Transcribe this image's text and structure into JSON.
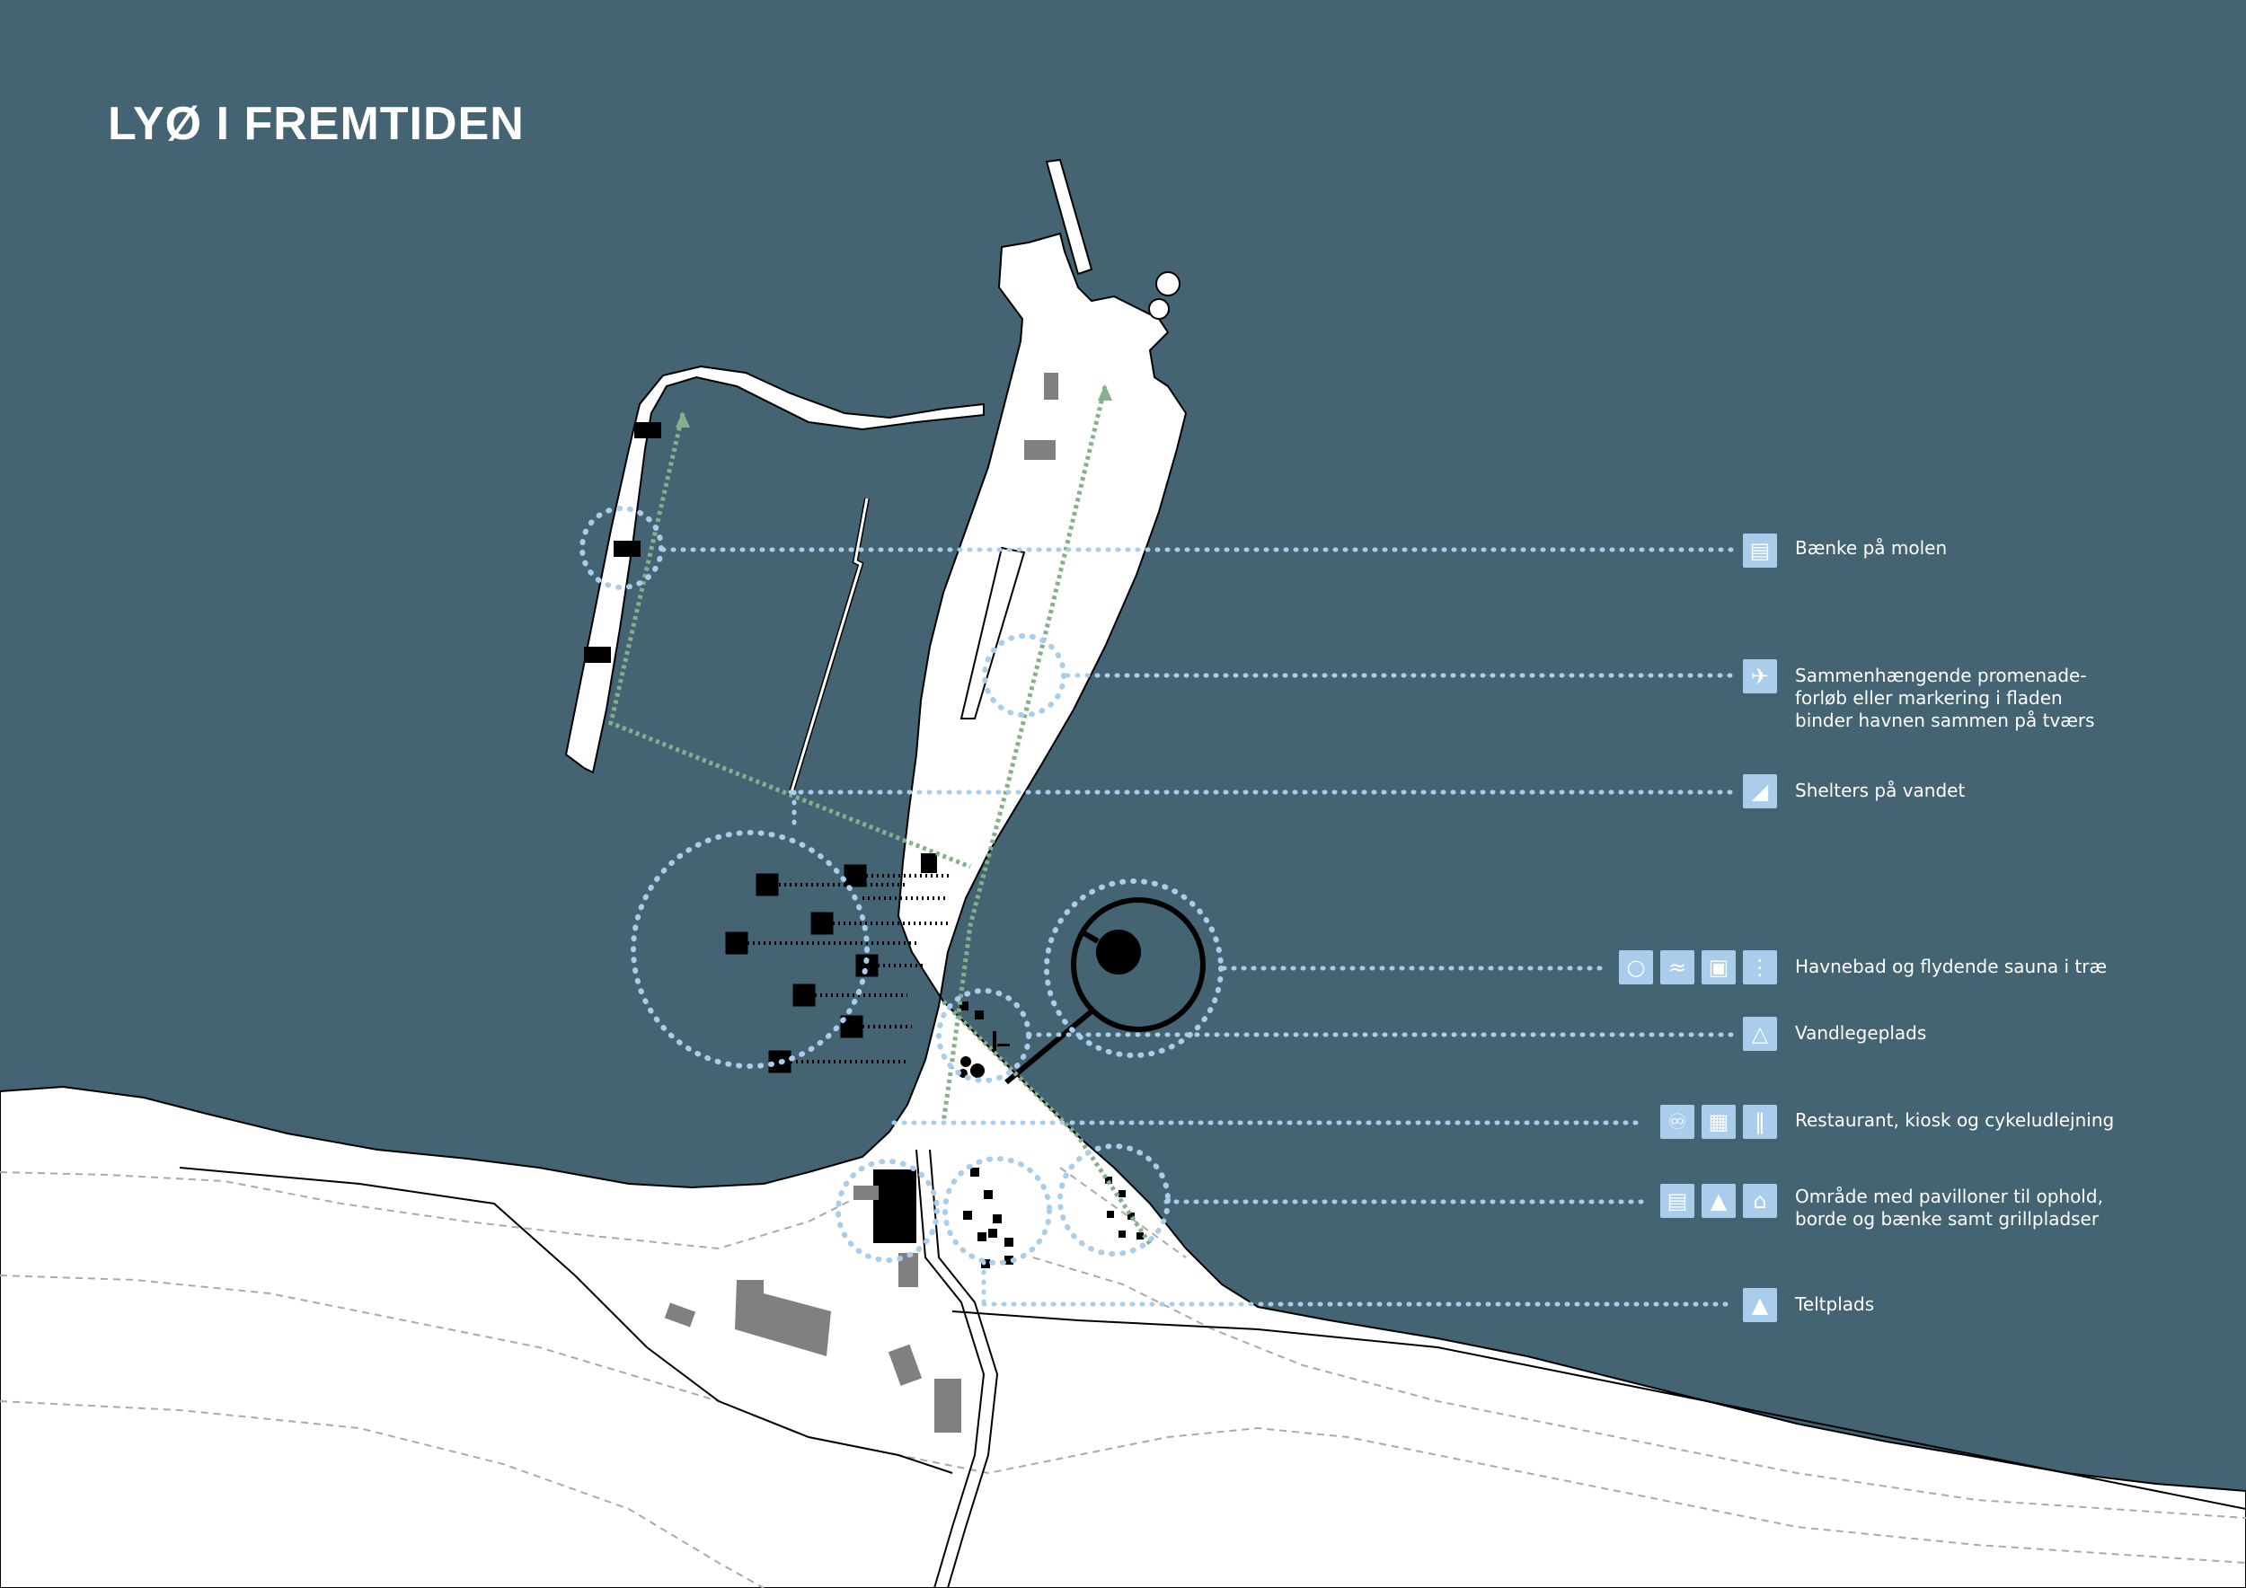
{
  "title": "LYØ I FREMTIDEN",
  "colors": {
    "water": "#456473",
    "land": "#ffffff",
    "marker": "#a9cdeb",
    "path": "#86b08c",
    "building": "#808080"
  },
  "legend": [
    {
      "id": "benches",
      "label": "Bænke på molen",
      "icons": [
        "picnic-bench-icon"
      ]
    },
    {
      "id": "promenade",
      "label": "Sammenhængende promenade-\nforløb eller markering i fladen\nbinder havnen sammen på tværs",
      "icons": [
        "walking-person-icon"
      ]
    },
    {
      "id": "shelters",
      "label": "Shelters på vandet",
      "icons": [
        "shelter-icon"
      ]
    },
    {
      "id": "harbour-bath",
      "label": "Havnebad og flydende sauna i træ",
      "icons": [
        "circle-icon",
        "swimmer-icon",
        "sauna-square-icon",
        "shower-icon"
      ]
    },
    {
      "id": "water-playground",
      "label": "Vandlegeplads",
      "icons": [
        "water-play-icon"
      ]
    },
    {
      "id": "restaurant",
      "label": "Restaurant, kiosk og cykeludlejning",
      "icons": [
        "bicycle-icon",
        "kiosk-icon",
        "cutlery-icon"
      ]
    },
    {
      "id": "pavilions",
      "label": "Område med pavilloner til ophold,\nborde og bænke samt grillpladser",
      "icons": [
        "picnic-table-icon",
        "grill-icon",
        "pavilion-icon"
      ]
    },
    {
      "id": "campsite",
      "label": "Teltplads",
      "icons": [
        "tent-icon"
      ]
    }
  ]
}
